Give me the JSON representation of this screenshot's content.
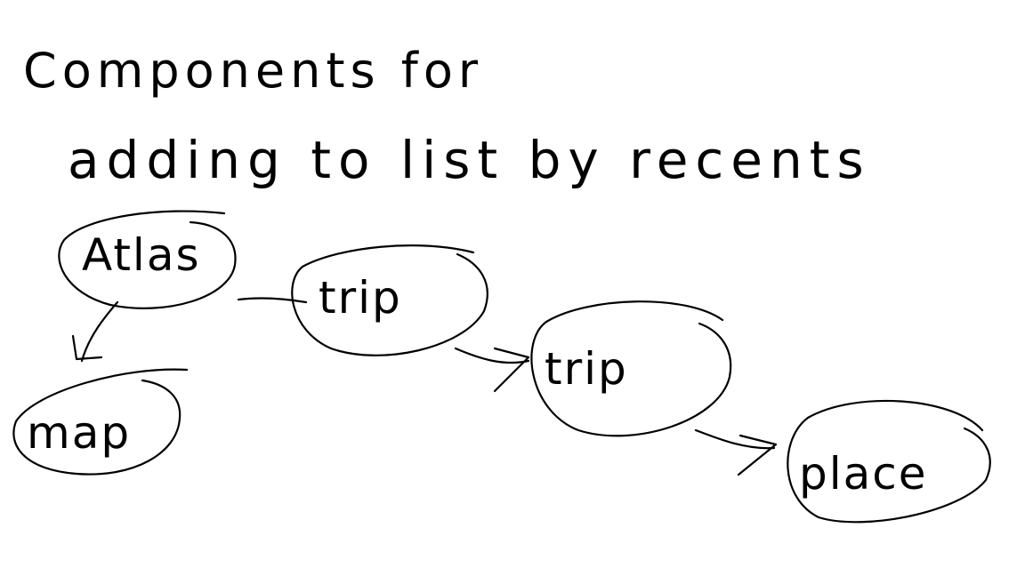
{
  "diagram": {
    "title_line1": "Components for",
    "title_line2": "adding to list by recents",
    "nodes": {
      "atlas": "Atlas",
      "map": "map",
      "trip1": "trip",
      "trip2": "trip",
      "place": "place"
    },
    "ink_color": "#000000",
    "background": "#ffffff"
  }
}
